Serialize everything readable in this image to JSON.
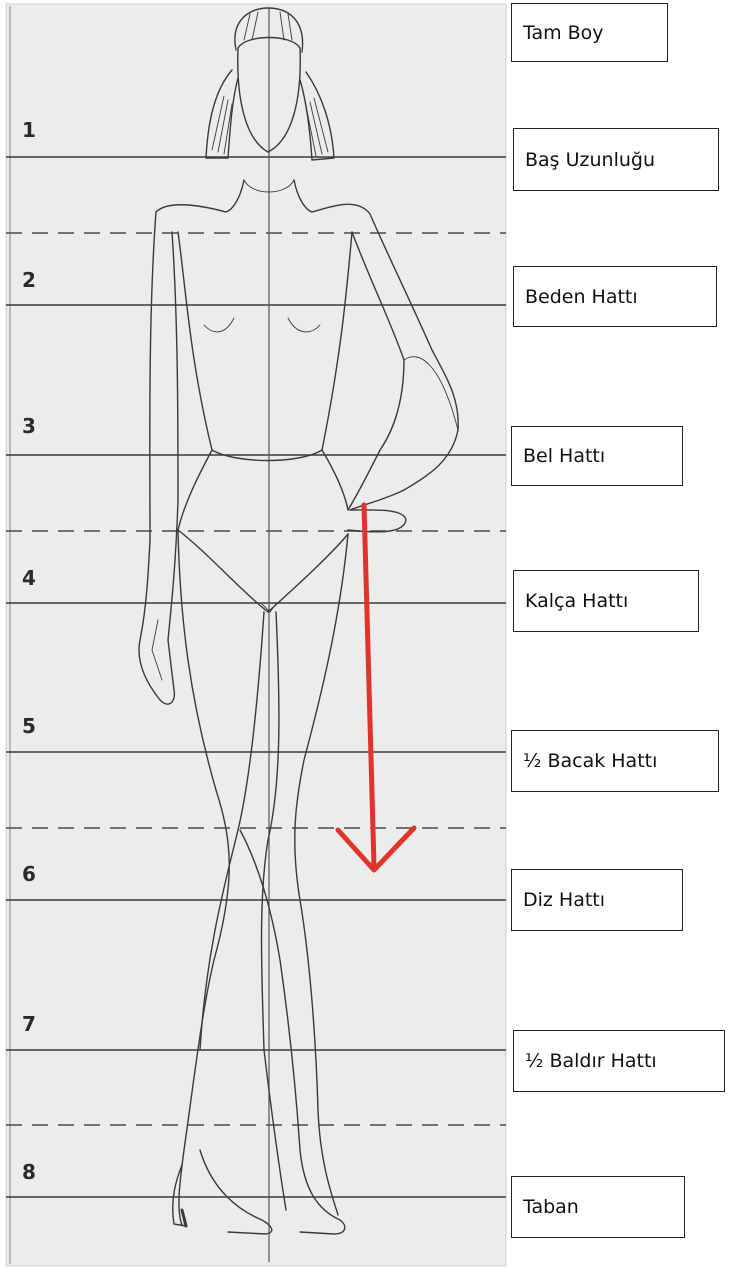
{
  "figure": {
    "row_numbers": [
      "1",
      "2",
      "3",
      "4",
      "5",
      "6",
      "7",
      "8"
    ],
    "labels": [
      "Tam Boy",
      "Baş Uzunluğu",
      "Beden Hattı",
      "Bel Hattı",
      "Kalça Hattı",
      "½ Bacak Hattı",
      "Diz Hattı",
      "½ Baldır  Hattı",
      "Taban"
    ],
    "colors": {
      "paper": "#ececea",
      "lines": "#3a3a3a",
      "arrow": "#e0332b"
    }
  }
}
